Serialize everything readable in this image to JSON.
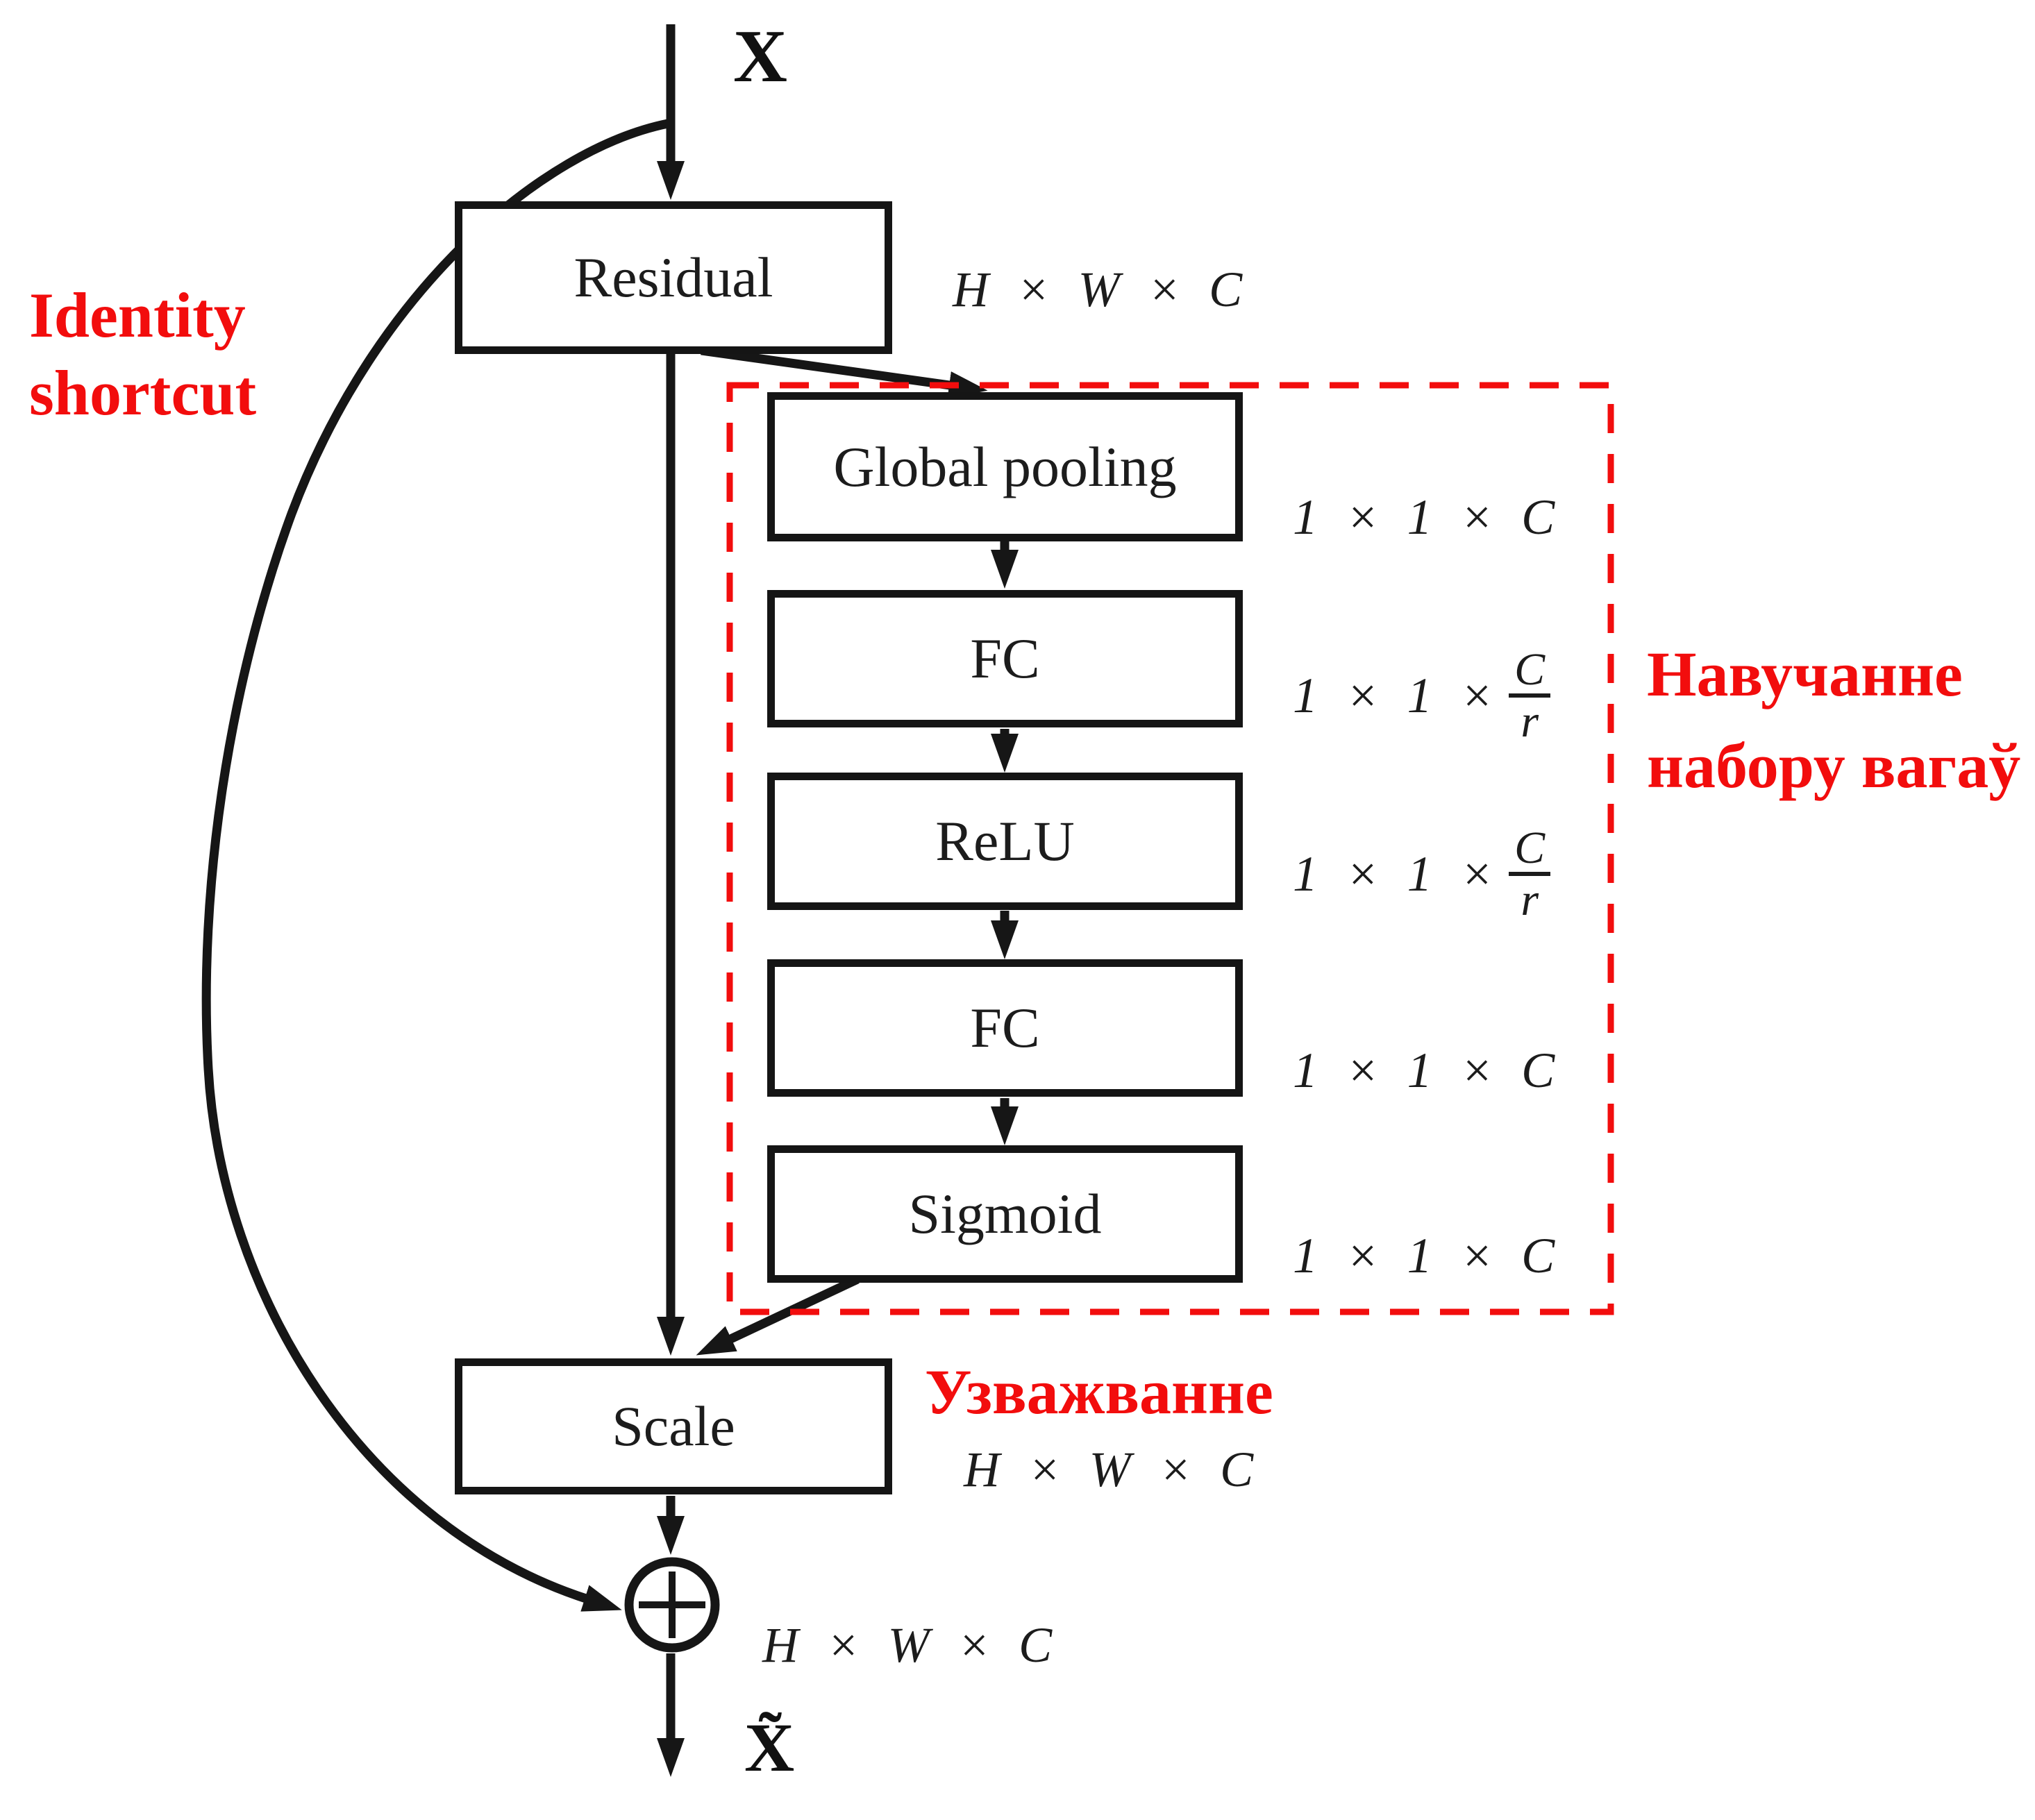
{
  "colors": {
    "accent_red": "#f20d0d",
    "line_black": "#161616"
  },
  "labels": {
    "input": "X",
    "output": "X̃",
    "identity_line1": "Identity",
    "identity_line2": "shortcut",
    "training_line1": "Навучанне",
    "training_line2": "набору вагаў",
    "weighting": "Узважванне"
  },
  "boxes": {
    "residual": "Residual",
    "global_pooling": "Global pooling",
    "fc1": "FC",
    "relu": "ReLU",
    "fc2": "FC",
    "sigmoid": "Sigmoid",
    "scale": "Scale"
  },
  "dims": {
    "hwc_top": "H × W × C",
    "hwc_scale": "H × W × C",
    "hwc_sum": "H × W × C",
    "d_pool": "1 × 1 × C",
    "d_fc1_prefix": "1 × 1 ×",
    "d_fc1_num": "C",
    "d_fc1_den": "r",
    "d_relu_prefix": "1 × 1 ×",
    "d_relu_num": "C",
    "d_relu_den": "r",
    "d_fc2": "1 × 1 × C",
    "d_sigmoid": "1 × 1 × C"
  },
  "icons": {
    "sum": "plus-in-circle"
  }
}
